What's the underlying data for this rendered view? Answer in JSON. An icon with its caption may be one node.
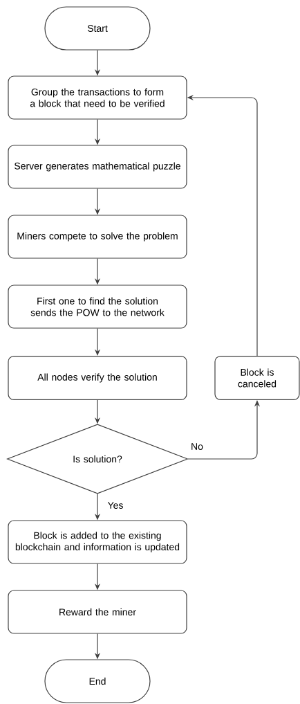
{
  "diagram": {
    "nodes": [
      {
        "text": [
          "Start"
        ]
      },
      {
        "text": [
          "Group the transactions to form a block that need to be verified"
        ]
      },
      {
        "text": [
          "Server generates mathematical puzzle"
        ]
      },
      {
        "text": [
          "Miners compete to solve the problem"
        ]
      },
      {
        "text": [
          "First one to find the solution sends the POW to the network"
        ]
      },
      {
        "text": [
          "All nodes verify the solution"
        ]
      },
      {
        "text": [
          "Is solution?"
        ]
      },
      {
        "text": [
          "Block is added to the existing blockchain and information is updated"
        ]
      },
      {
        "text": [
          "Reward the miner"
        ]
      },
      {
        "text": [
          "End"
        ]
      },
      {
        "text": [
          "Block is canceled"
        ]
      }
    ],
    "edges": [
      {
        "from": 0,
        "to": 1,
        "arrow": "to"
      },
      {
        "from": 1,
        "to": 2,
        "arrow": "to"
      },
      {
        "from": 2,
        "to": 3,
        "arrow": "to"
      },
      {
        "from": 3,
        "to": 4,
        "arrow": "to"
      },
      {
        "from": 4,
        "to": 5,
        "arrow": "to"
      },
      {
        "from": 5,
        "to": 6,
        "arrow": "to"
      },
      {
        "from": 6,
        "to": 7,
        "arrow": "to",
        "label": "Yes"
      },
      {
        "from": 7,
        "to": 8,
        "arrow": "to"
      },
      {
        "from": 8,
        "to": 9,
        "arrow": "to"
      },
      {
        "from": 6,
        "to": 10,
        "arrow": "to",
        "label": "No"
      },
      {
        "from": 10,
        "to": 1,
        "arrow": "to"
      }
    ]
  }
}
